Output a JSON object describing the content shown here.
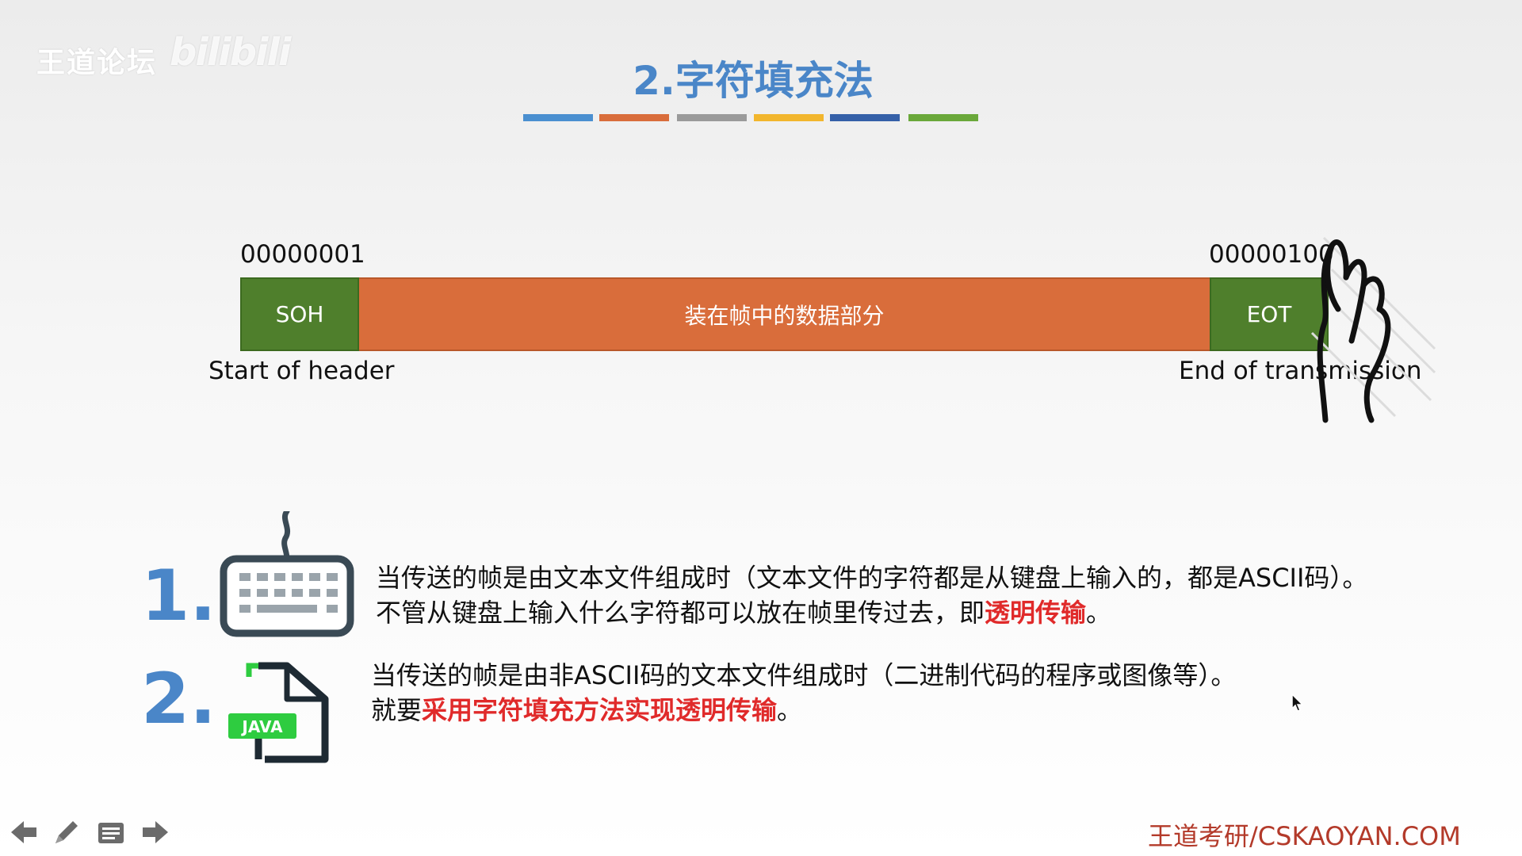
{
  "watermark": {
    "text": "王道论坛",
    "logo": "bilibili"
  },
  "slide": {
    "title": "2.字符填充法",
    "color_bars": [
      "#4a8fd0",
      "#d96d3b",
      "#9a9a9a",
      "#f2b62d",
      "#3560a8",
      "#6aa83a"
    ]
  },
  "frame": {
    "soh_bits": "00000001",
    "eot_bits": "00000100",
    "soh_label": "SOH",
    "data_label": "装在帧中的数据部分",
    "eot_label": "EOT",
    "soh_caption": "Start of header",
    "eot_caption": "End of transmission"
  },
  "points": [
    {
      "number": "1.",
      "icon": "keyboard-icon",
      "line1": "当传送的帧是由文本文件组成时（文本文件的字符都是从键盘上输入的，都是ASCII码）。",
      "line2_prefix": "不管从键盘上输入什么字符都可以放在帧里传过去，即",
      "line2_highlight": "透明传输",
      "line2_suffix": "。"
    },
    {
      "number": "2.",
      "icon": "java-file-icon",
      "icon_badge": "JAVA",
      "line1": "当传送的帧是由非ASCII码的文本文件组成时（二进制代码的程序或图像等）。",
      "line2_prefix": "就要",
      "line2_highlight": "采用字符填充方法实现透明传输",
      "line2_suffix": "。"
    }
  ],
  "toolbar": {
    "icons": [
      "arrow-left-icon",
      "pen-icon",
      "notes-icon",
      "arrow-right-icon"
    ]
  },
  "footer": {
    "text": "王道考研/CSKAOYAN.COM"
  }
}
